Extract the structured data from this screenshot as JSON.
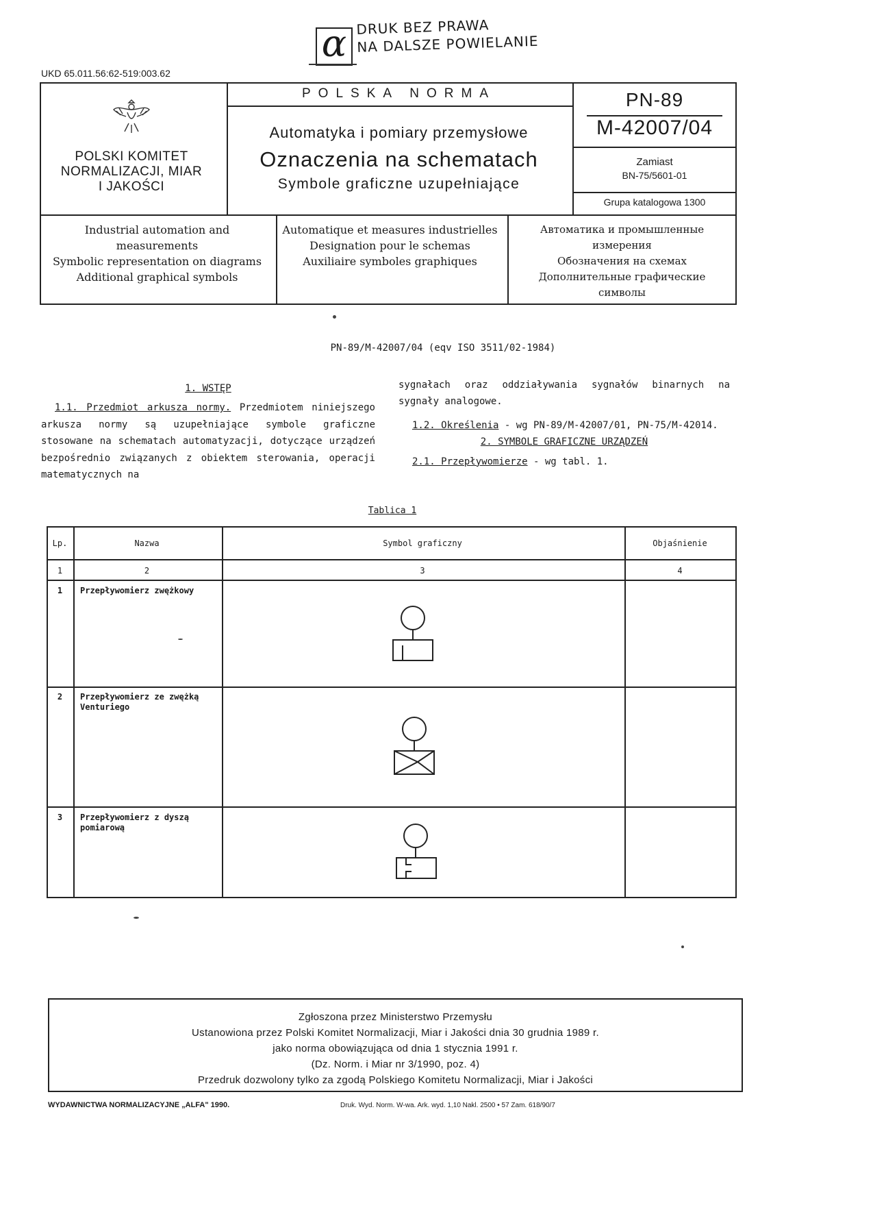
{
  "stamp": {
    "symbol": "α",
    "line1": "DRUK BEZ PRAWA",
    "line2": "NA DALSZE POWIELANIE"
  },
  "ukd": "UKD 65.011.56:62-519:003.62",
  "header": {
    "committee": [
      "POLSKI KOMITET",
      "NORMALIZACJI, MIAR",
      "I JAKOŚCI"
    ],
    "polska_norma": "POLSKA NORMA",
    "title_line1": "Automatyka i pomiary przemysłowe",
    "title_line2": "Oznaczenia na schematach",
    "title_line3": "Symbole graficzne uzupełniające",
    "norm_year": "PN-89",
    "norm_number": "M-42007/04",
    "replaces_label": "Zamiast",
    "replaces_value": "BN-75/5601-01",
    "catalog_group": "Grupa katalogowa 1300"
  },
  "translations": {
    "en": [
      "Industrial automation and measurements",
      "Symbolic representation on diagrams",
      "Additional graphical symbols"
    ],
    "fr": [
      "Automatique et measures industrielles",
      "Designation pour le schemas",
      "Auxiliaire symboles graphiques"
    ],
    "ru": [
      "Автоматика и промышленные",
      "измерения",
      "Обозначения на схемах",
      "Дополнительные графические",
      "символы"
    ]
  },
  "reference": "PN-89/M-42007/04 (eqv ISO 3511/02-1984)",
  "body": {
    "s1_heading": "1. WSTĘP",
    "s11_label": "1.1. Przedmiot arkusza normy.",
    "s11_text": "Przedmiotem niniejszego arkusza normy są uzupełniające symbole graficzne stosowane na schematach automatyzacji, dotyczące urządzeń bezpośrednio związanych z obiektem sterowania, operacji matematycznych na",
    "s11_cont": "sygnałach oraz oddziaływania sygnałów binarnych na sygnały analogowe.",
    "s12_label": "1.2. Określenia",
    "s12_text": "- wg PN-89/M-42007/01, PN-75/M-42014.",
    "s2_heading": "2. SYMBOLE GRAFICZNE URZĄDZEŃ",
    "s21_label": "2.1. Przepływomierze",
    "s21_text": "- wg tabl. 1."
  },
  "table": {
    "caption": "Tablica 1",
    "headers": [
      "Lp.",
      "Nazwa",
      "Symbol graficzny",
      "Objaśnienie"
    ],
    "col_numbers": [
      "1",
      "2",
      "3",
      "4"
    ],
    "rows": [
      {
        "lp": "1",
        "name": "Przepływomierz zwężkowy",
        "symbol": "orifice-flowmeter-symbol",
        "explanation": ""
      },
      {
        "lp": "2",
        "name": "Przepływomierz ze zwężką Venturiego",
        "symbol": "venturi-flowmeter-symbol",
        "explanation": ""
      },
      {
        "lp": "3",
        "name": "Przepływomierz z dyszą pomiarową",
        "symbol": "nozzle-flowmeter-symbol",
        "explanation": ""
      }
    ]
  },
  "footer_box": [
    "Zgłoszona przez Ministerstwo Przemysłu",
    "Ustanowiona przez Polski Komitet Normalizacji, Miar i Jakości dnia 30 grudnia 1989 r.",
    "jako norma obowiązująca od dnia 1 stycznia 1991 r.",
    "(Dz. Norm. i Miar nr 3/1990, poz. 4)",
    "Przedruk dozwolony tylko za zgodą Polskiego Komitetu Normalizacji, Miar i Jakości"
  ],
  "publisher": "WYDAWNICTWA NORMALIZACYJNE „ALFA\" 1990.",
  "print_info": "Druk. Wyd. Norm. W-wa. Ark. wyd. 1,10 Nakl. 2500 • 57 Zam. 618/90/7"
}
